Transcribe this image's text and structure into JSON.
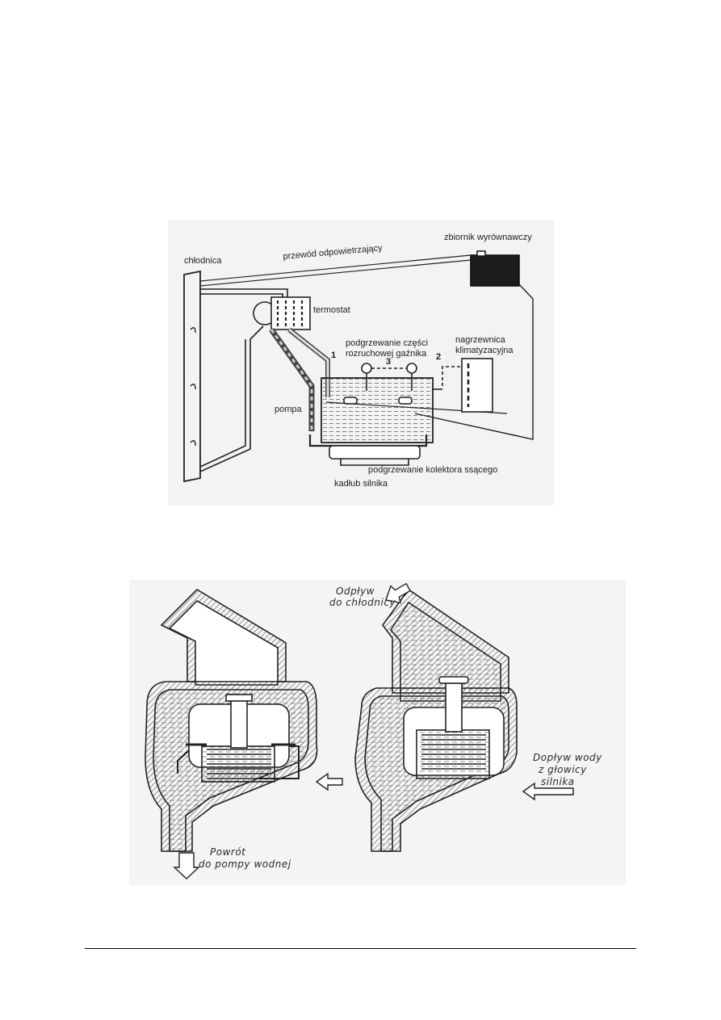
{
  "cooling_system": {
    "labels": {
      "radiator": "chłodnica",
      "vent_line": "przewód odpowietrzający",
      "expansion_tank": "zbiornik wyrównawczy",
      "thermostat": "termostat",
      "choke_heating_1": "podgrzewanie części",
      "choke_heating_2": "rozruchowej gaźnika",
      "heater_1": "nagrzewnica",
      "heater_2": "klimatyzacyjna",
      "pump": "pompa",
      "intake_heating": "podgrzewanie kolektora ssącego",
      "engine_block": "kadłub silnika"
    },
    "circuit_numbers": [
      "1",
      "2",
      "3"
    ]
  },
  "thermostat_section": {
    "outlet_1": "Odpływ",
    "outlet_2": "do chłodnicy",
    "inlet_1": "Dopływ wody",
    "inlet_2": "z głowicy",
    "inlet_3": "silnika",
    "return_1": "Powrót",
    "return_2": "do pompy wodnej"
  }
}
